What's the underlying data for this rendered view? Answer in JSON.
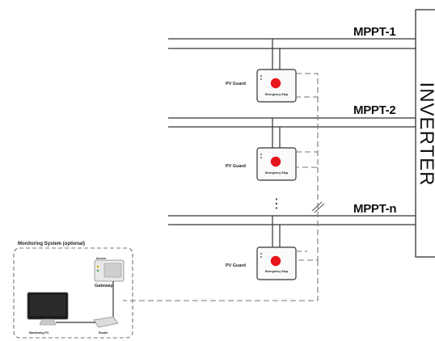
{
  "inverter": {
    "label": "INVERTER"
  },
  "buses": [
    {
      "label": "MPPT-1"
    },
    {
      "label": "MPPT-2"
    },
    {
      "label": "MPPT-n"
    }
  ],
  "guards": [
    {
      "label": "PV Guard",
      "button_caption": "Emergency Stop"
    },
    {
      "label": "PV Guard",
      "button_caption": "Emergency Stop"
    },
    {
      "label": "PV Guard",
      "button_caption": "Emergency Stop"
    }
  ],
  "ellipsis": "⋮",
  "monitoring": {
    "title": "Monitoring System (optional)",
    "gateway_label": "Gateway",
    "gateway_top_label": "Screen",
    "pc_label": "Monitoring PC",
    "router_label": "Router"
  },
  "colors": {
    "stop_button": "#e8141b",
    "line": "#333333",
    "dashed_link": "#777777"
  }
}
